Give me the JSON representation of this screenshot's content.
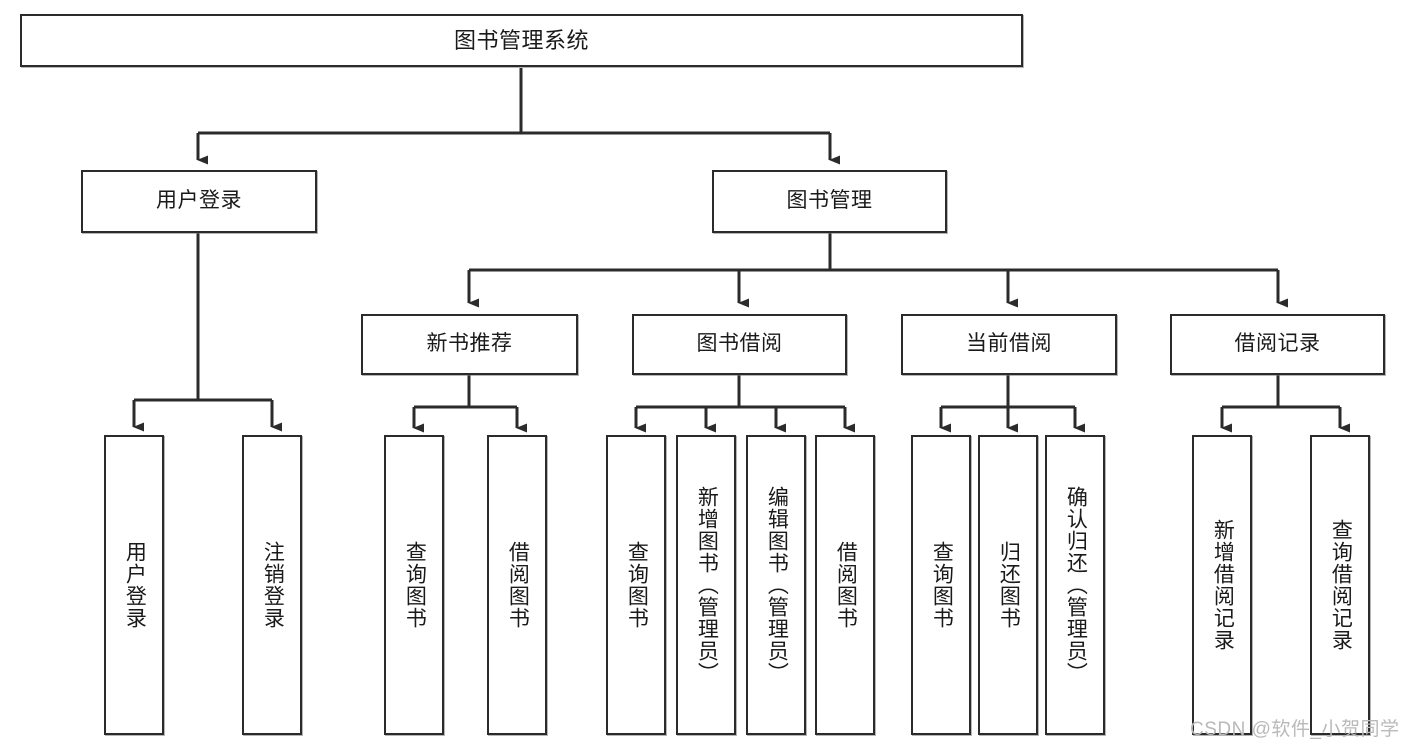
{
  "diagram": {
    "title": "图书管理系统",
    "type": "tree-hierarchy-chart",
    "orientation": "top-down",
    "colors": {
      "box_border": "#2b2b2b",
      "box_fill": "#ffffff",
      "connector": "#2b2b2b",
      "text": "#1a1a1a",
      "watermark": "#b9b9b9"
    }
  },
  "root": {
    "label": "图书管理系统"
  },
  "level2": [
    {
      "label": "用户登录"
    },
    {
      "label": "图书管理"
    }
  ],
  "level3": [
    {
      "label": "新书推荐"
    },
    {
      "label": "图书借阅"
    },
    {
      "label": "当前借阅"
    },
    {
      "label": "借阅记录"
    }
  ],
  "leaves": {
    "user_login": [
      {
        "label": "用户登录"
      },
      {
        "label": "注销登录"
      }
    ],
    "new_book_recommend": [
      {
        "label": "查询图书"
      },
      {
        "label": "借阅图书"
      }
    ],
    "book_borrow": [
      {
        "label": "查询图书"
      },
      {
        "label": "新增图书（管理员）"
      },
      {
        "label": "编辑图书（管理员）"
      },
      {
        "label": "借阅图书"
      }
    ],
    "current_borrow": [
      {
        "label": "查询图书"
      },
      {
        "label": "归还图书"
      },
      {
        "label": "确认归还（管理员）"
      }
    ],
    "borrow_record": [
      {
        "label": "新增借阅记录"
      },
      {
        "label": "查询借阅记录"
      }
    ]
  },
  "watermark": {
    "text": "CSDN @软件_小贺同学"
  }
}
